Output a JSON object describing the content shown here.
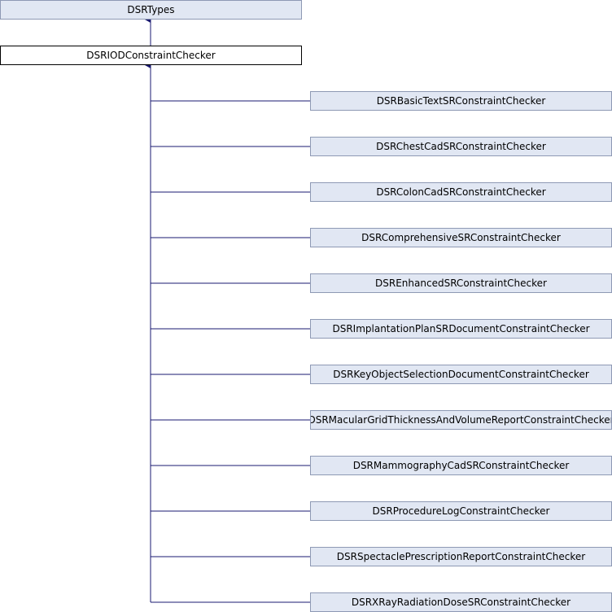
{
  "diagram": {
    "base_class": "DSRTypes",
    "current_class": "DSRIODConstraintChecker",
    "derived_classes": [
      "DSRBasicTextSRConstraintChecker",
      "DSRChestCadSRConstraintChecker",
      "DSRColonCadSRConstraintChecker",
      "DSRComprehensiveSRConstraintChecker",
      "DSREnhancedSRConstraintChecker",
      "DSRImplantationPlanSRDocumentConstraintChecker",
      "DSRKeyObjectSelectionDocumentConstraintChecker",
      "DSRMacularGridThicknessAndVolumeReportConstraintChecker",
      "DSRMammographyCadSRConstraintChecker",
      "DSRProcedureLogConstraintChecker",
      "DSRSpectaclePrescriptionReportConstraintChecker",
      "DSRXRayRadiationDoseSRConstraintChecker"
    ],
    "colors": {
      "node_fill": "#e1e7f3",
      "node_border": "#8e99b4",
      "current_fill": "#ffffff",
      "edge": "#191970"
    }
  }
}
